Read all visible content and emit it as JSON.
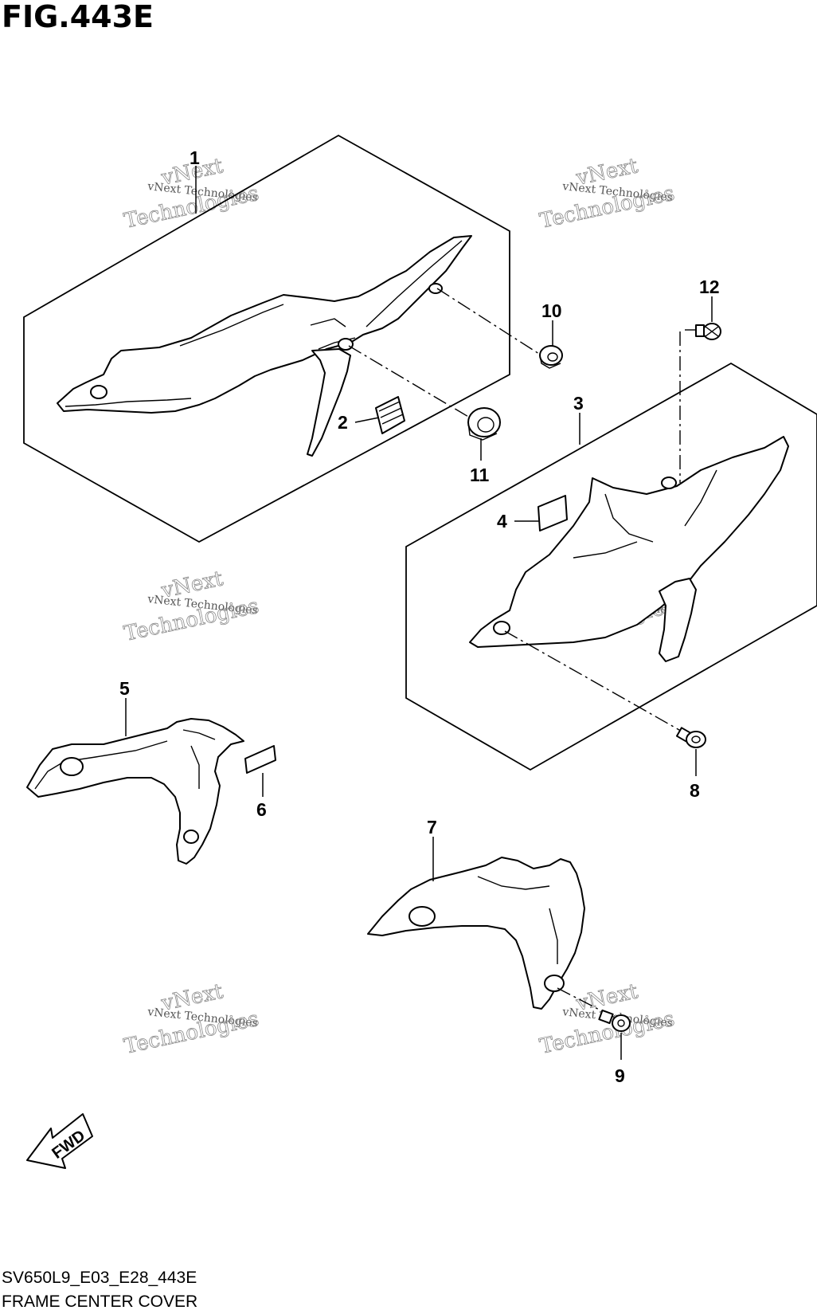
{
  "figure": {
    "title": "FIG.443E",
    "code": "SV650L9_E03_E28_443E",
    "name": "FRAME CENTER COVER"
  },
  "watermark": {
    "line1": "vNext Technologies",
    "line2a": "vNext",
    "line2b": "Technologies"
  },
  "fwd_label": "FWD",
  "callouts": [
    "1",
    "2",
    "3",
    "4",
    "5",
    "6",
    "7",
    "8",
    "9",
    "10",
    "11",
    "12"
  ]
}
